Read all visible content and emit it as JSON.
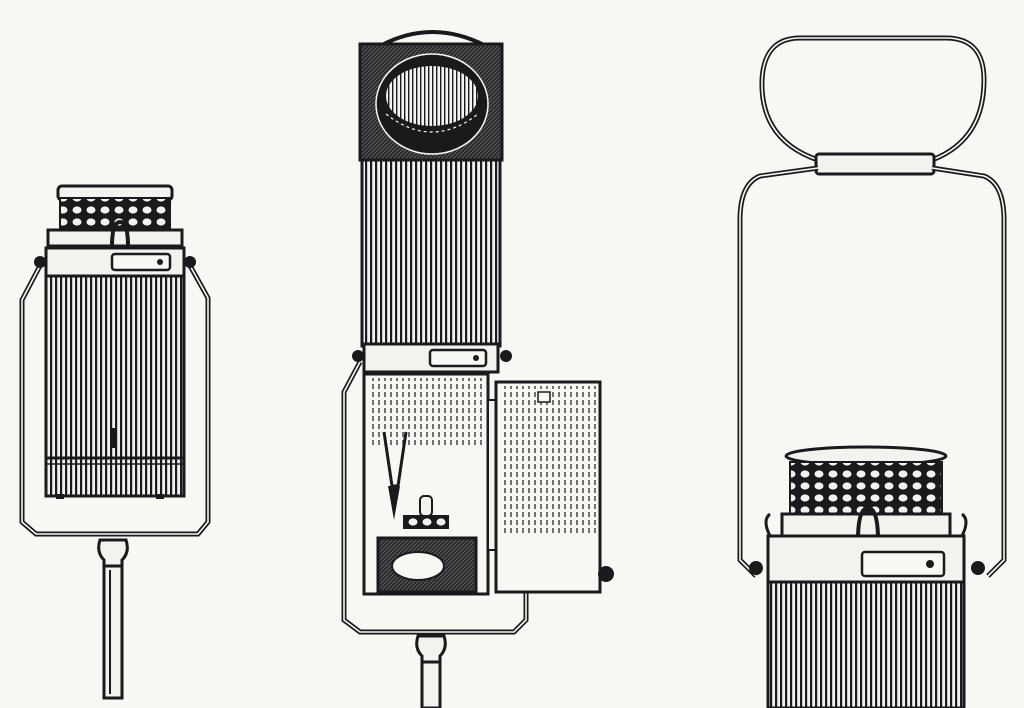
{
  "image": {
    "subject": "",
    "figures": [
      {
        "name": "lantern-closed"
      },
      {
        "name": "lantern-open-door"
      },
      {
        "name": "lantern-top-handle"
      }
    ]
  },
  "colors": {
    "paper": "#f7f7f4",
    "ink": "#1a1a1a",
    "shade": "#3a3a3a"
  }
}
